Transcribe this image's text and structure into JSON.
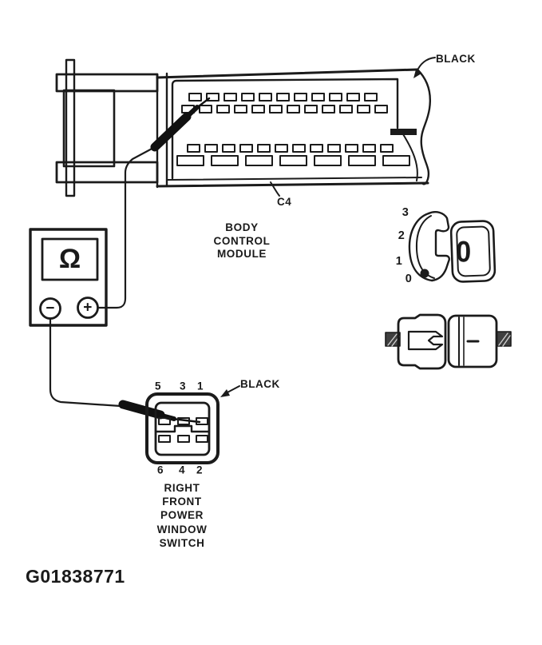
{
  "figure": {
    "id": "G01838771"
  },
  "colors": {
    "ink": "#1a1a1a",
    "background": "#ffffff"
  },
  "bcm": {
    "name_lines": [
      "BODY",
      "CONTROL",
      "MODULE"
    ],
    "connector_label": "C4",
    "connector_color_label": "BLACK"
  },
  "ohmmeter": {
    "display_symbol": "Ω",
    "negative_terminal": "−",
    "positive_terminal": "+"
  },
  "dial": {
    "positions": [
      "3",
      "2",
      "1",
      "0"
    ],
    "knob_value": "0"
  },
  "window_switch": {
    "connector_color_label": "BLACK",
    "top_pins": [
      "5",
      "3",
      "1"
    ],
    "bottom_pins": [
      "6",
      "4",
      "2"
    ],
    "name_lines": [
      "RIGHT",
      "FRONT",
      "POWER",
      "WINDOW",
      "SWITCH"
    ]
  }
}
